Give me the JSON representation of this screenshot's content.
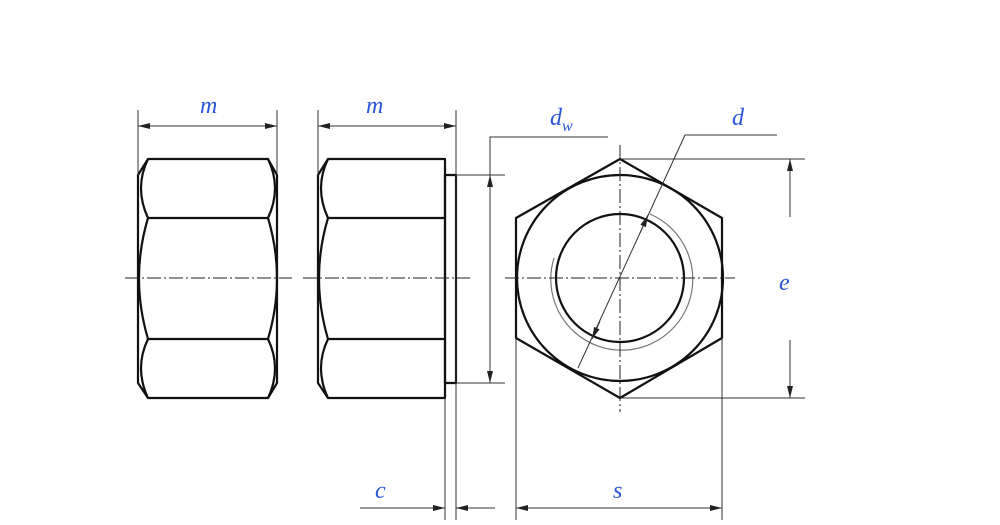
{
  "drawing": {
    "labels": {
      "m_left": "m",
      "m_right": "m",
      "dw": "d",
      "dw_sub": "w",
      "d": "d",
      "e": "e",
      "s": "s",
      "c": "c"
    },
    "colors": {
      "label": "#2a55d9",
      "line": "#111111"
    }
  }
}
